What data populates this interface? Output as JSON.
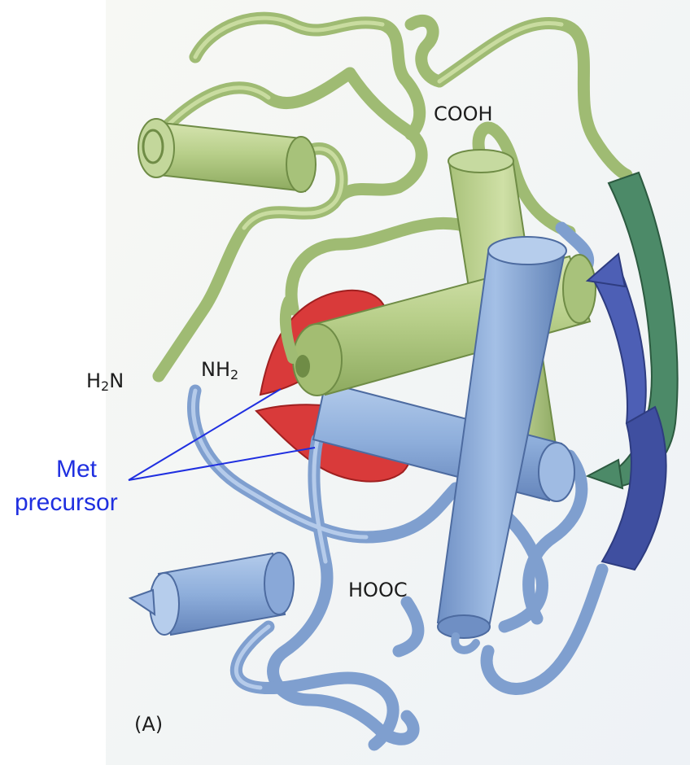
{
  "labels": {
    "cooh": "COOH",
    "h2n_h": "H",
    "h2n_sub": "2",
    "h2n_n": "N",
    "nh2_nh": "NH",
    "nh2_sub": "2",
    "hooc": "HOOC",
    "panel": "(A)"
  },
  "annotation": {
    "line1": "Met",
    "line2": "precursor"
  },
  "colors": {
    "green_helix": "#b8cf8a",
    "dark_green_strand": "#3f7a5c",
    "blue_helix": "#86a8d6",
    "dark_blue_strand": "#3f4fa0",
    "red_precursor": "#d93a3a",
    "annotation_blue": "#1f2fe0"
  }
}
